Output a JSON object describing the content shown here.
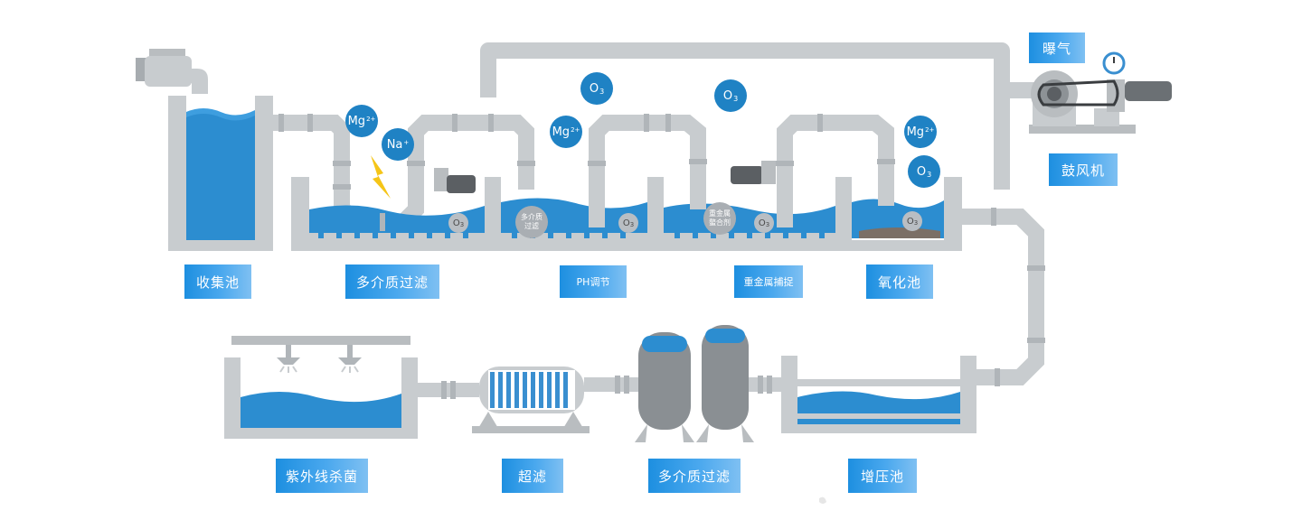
{
  "stages_top": [
    {
      "id": "collection",
      "label": "收集池"
    },
    {
      "id": "multimedia1",
      "label": "多介质过滤"
    },
    {
      "id": "ph",
      "label": "PH调节"
    },
    {
      "id": "heavymetal",
      "label": "重金属捕捉"
    },
    {
      "id": "oxidation",
      "label": "氧化池"
    }
  ],
  "stages_bottom": [
    {
      "id": "uv",
      "label": "紫外线杀菌"
    },
    {
      "id": "ultrafiltration",
      "label": "超滤"
    },
    {
      "id": "multimedia2",
      "label": "多介质过滤"
    },
    {
      "id": "booster",
      "label": "增压池"
    }
  ],
  "blower": {
    "aeration_label": "曝气",
    "blower_label": "鼓风机"
  },
  "ions": {
    "mg": {
      "symbol": "Mg",
      "charge": "2+"
    },
    "na": {
      "symbol": "Na",
      "charge": "+"
    },
    "o3": {
      "symbol": "O",
      "sub": "3"
    }
  },
  "tank_balls": {
    "multimedia": [
      "多介质",
      "过滤"
    ],
    "chelator": [
      "重金属",
      "螯合剂"
    ]
  },
  "colors": {
    "pipe": "#c8cccf",
    "pipe_dark": "#a7acb0",
    "water": "#2c8dd0",
    "water_light": "#4aa8e6",
    "ion": "#1f82c4",
    "label_gradient_start": "#1d8fe0",
    "label_gradient_end": "#7fc0f2"
  }
}
